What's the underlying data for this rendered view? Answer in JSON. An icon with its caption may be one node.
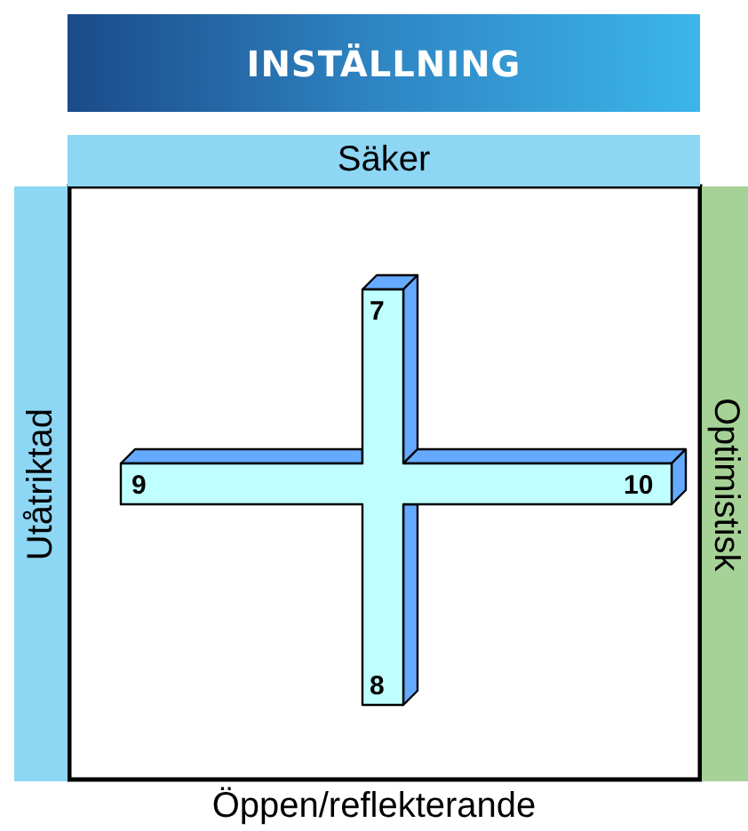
{
  "diagram": {
    "title": "INSTÄLLNING",
    "nodes": [
      {
        "text": [
          "Säker"
        ]
      },
      {
        "text": [
          "Utåtriktad"
        ]
      },
      {
        "text": [
          "Optimistisk"
        ]
      }
    ],
    "labels": [
      "7",
      "9",
      "10",
      "8",
      "Öppen/reflekterande"
    ]
  }
}
